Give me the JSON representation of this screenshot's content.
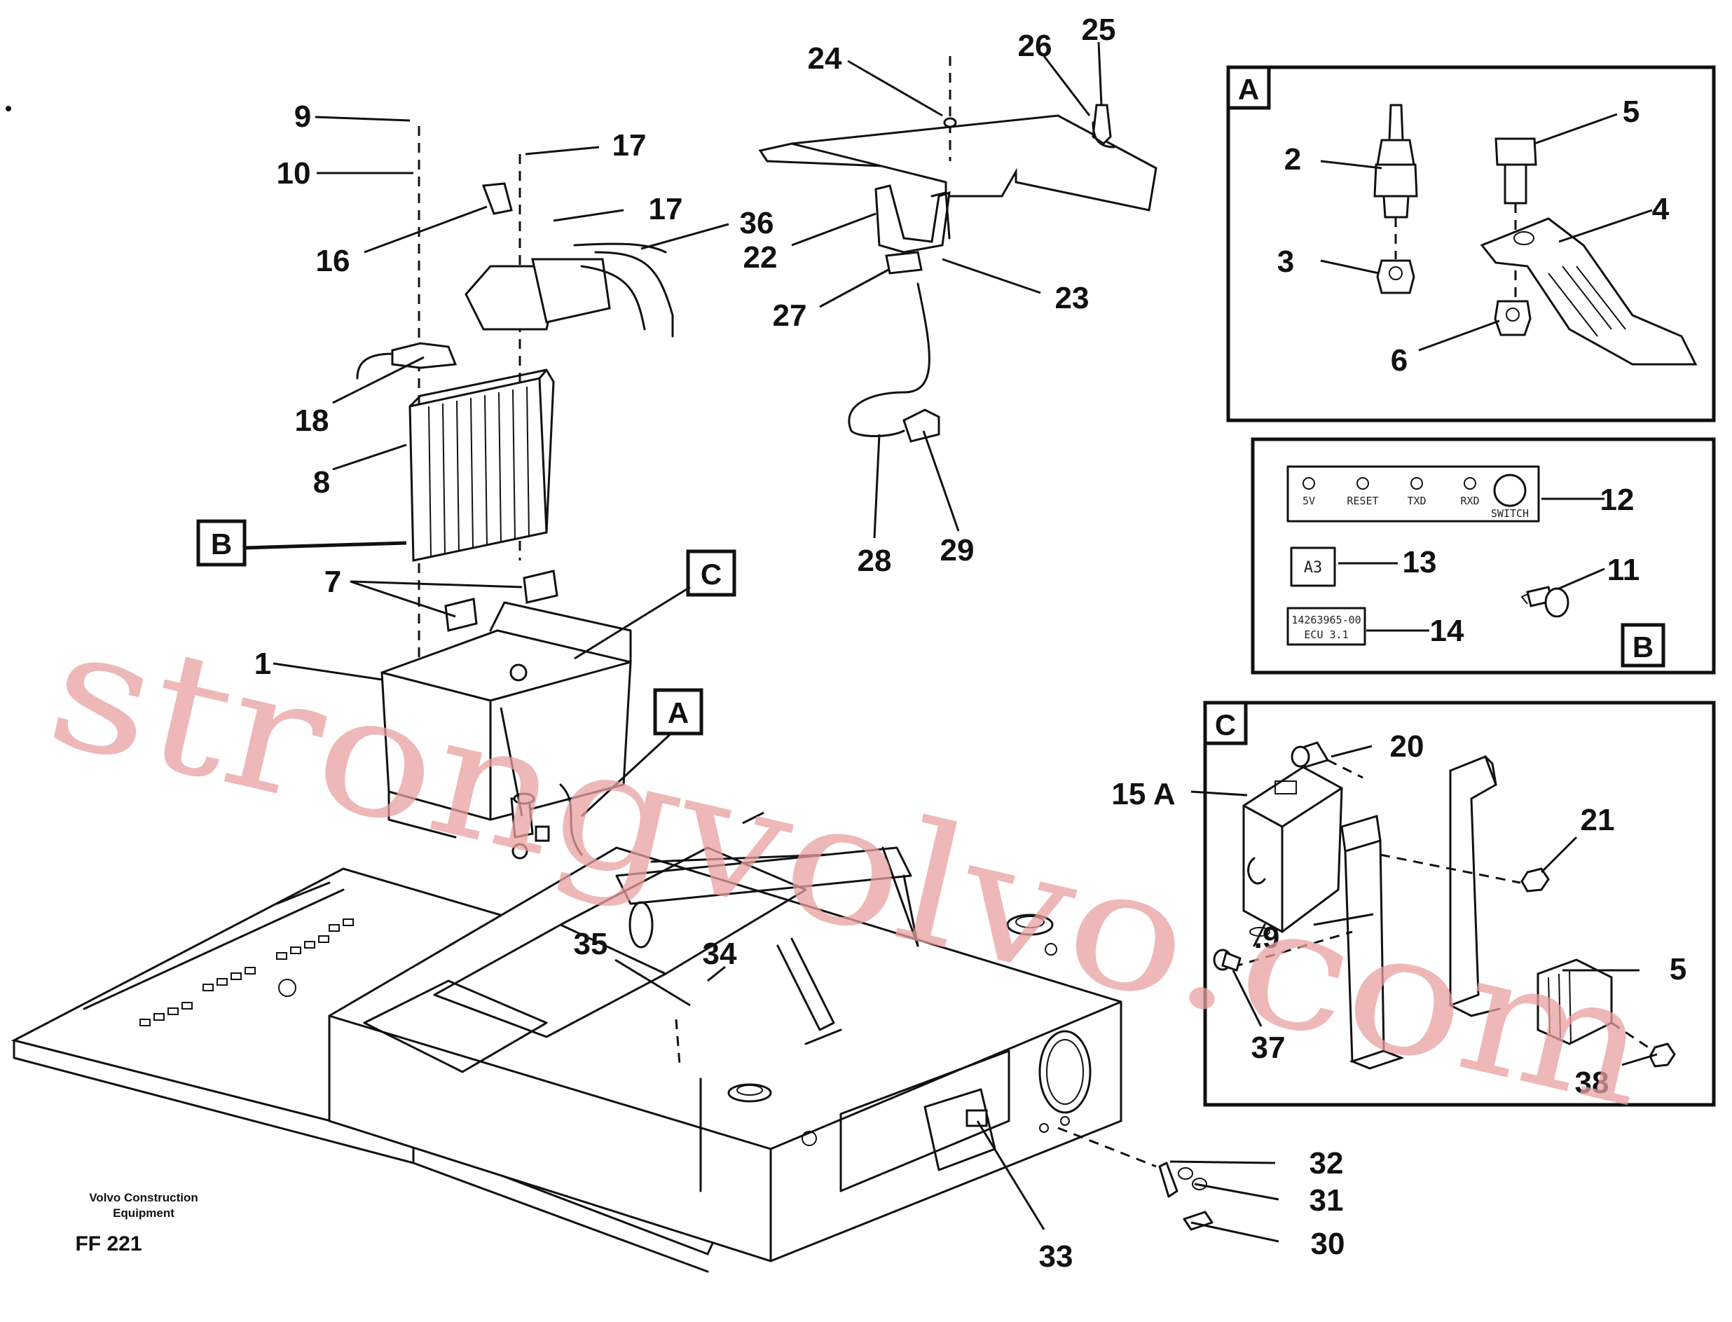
{
  "callouts": [
    "1",
    "2",
    "3",
    "4",
    "5",
    "6",
    "7",
    "8",
    "9",
    "10",
    "11",
    "12",
    "13",
    "14",
    "15 A",
    "16",
    "17",
    "17",
    "18",
    ".9",
    "20",
    "21",
    "22",
    "23",
    "24",
    "25",
    "26",
    "27",
    "28",
    "29",
    "30",
    "31",
    "32",
    "33",
    "34",
    "35",
    "36",
    "37",
    "5",
    "38"
  ],
  "boxes": {
    "a": "A",
    "b": "B",
    "c": "C"
  },
  "panel": {
    "led1": "5V",
    "led2": "RESET",
    "led3": "TXD",
    "led4": "RXD",
    "switch": "SWITCH"
  },
  "decals": {
    "a3": "A3",
    "part_no": "14263965-00",
    "ecu": "ECU 3.1"
  },
  "footer": {
    "brand_line1": "Volvo Construction",
    "brand_line2": "Equipment",
    "code": "FF 221"
  },
  "watermark": "strongvolvo.com",
  "colors": {
    "ink": "#111111",
    "watermark": "#e8a0a0",
    "background": "#ffffff"
  }
}
